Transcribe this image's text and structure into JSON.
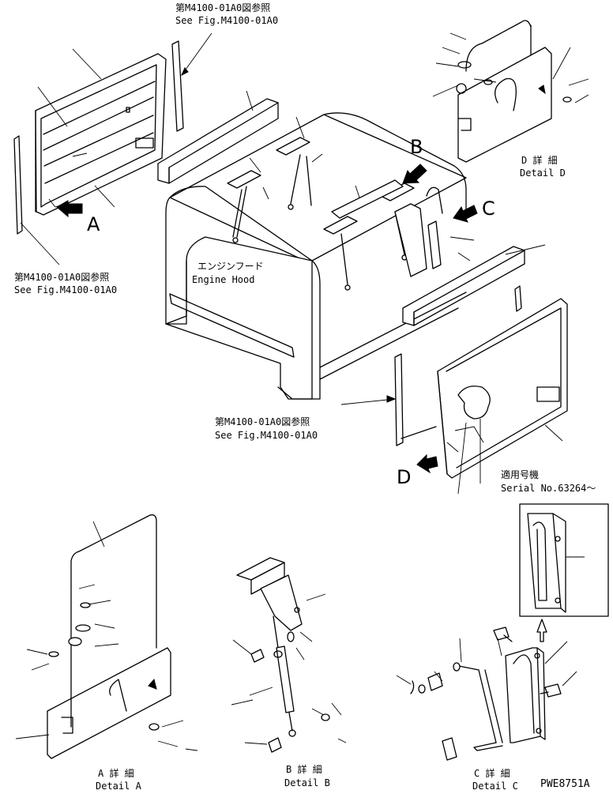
{
  "refs": {
    "top_jp": "第M4100-01A0図参照",
    "top_en": "See Fig.M4100-01A0",
    "left_jp": "第M4100-01A0図参照",
    "left_en": "See Fig.M4100-01A0",
    "mid_jp": "第M4100-01A0図参照",
    "mid_en": "See Fig.M4100-01A0"
  },
  "hood": {
    "jp": "エンジンフード",
    "en": "Engine Hood"
  },
  "arrows": {
    "a": "A",
    "b": "B",
    "c": "C",
    "d": "D"
  },
  "serial": {
    "jp": "適用号機",
    "en": "Serial No.63264～"
  },
  "details": {
    "a_jp": "A 詳 細",
    "a_en": "Detail A",
    "b_jp": "B 詳 細",
    "b_en": "Detail B",
    "c_jp": "C 詳 細",
    "c_en": "Detail C",
    "d_jp": "D 詳 細",
    "d_en": "Detail D"
  },
  "drawing_no": "PWE8751A"
}
